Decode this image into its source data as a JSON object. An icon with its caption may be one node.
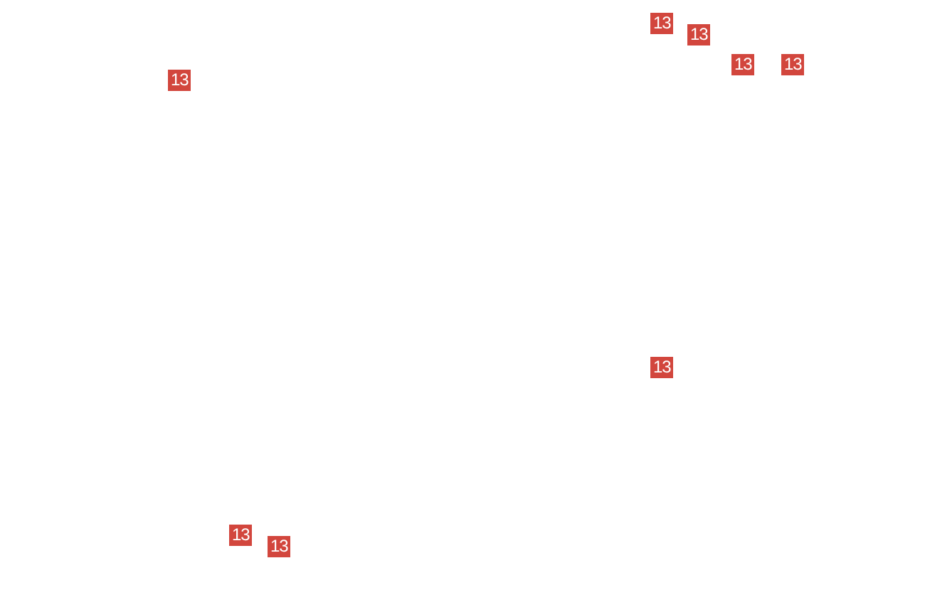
{
  "diagram": {
    "labels": [
      "13",
      "13",
      "13",
      "13",
      "13",
      "13",
      "13",
      "13"
    ]
  }
}
